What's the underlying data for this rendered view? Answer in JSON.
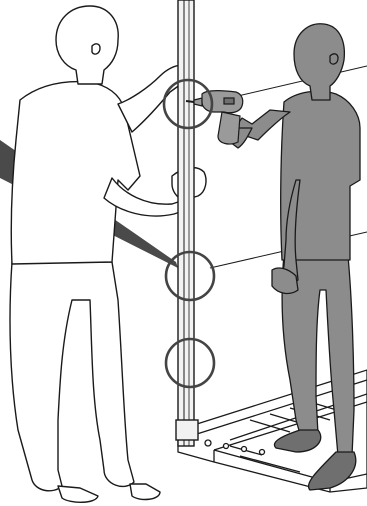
{
  "illustration": {
    "subject": "two-person-post-installation",
    "figures": [
      "helper-figure",
      "installer-figure"
    ],
    "callouts": 3,
    "colors": {
      "outline": "#1a1a1a",
      "figure_fill": "#ffffff",
      "installer_fill": "#8c8c8c",
      "installer_dark": "#6f6f6f",
      "post_fill": "#f2f2f2",
      "callout_wedge": "#4a4a4a",
      "drill": "#9a9a9a"
    },
    "icons": [
      "drill-icon",
      "screw-icon"
    ]
  }
}
